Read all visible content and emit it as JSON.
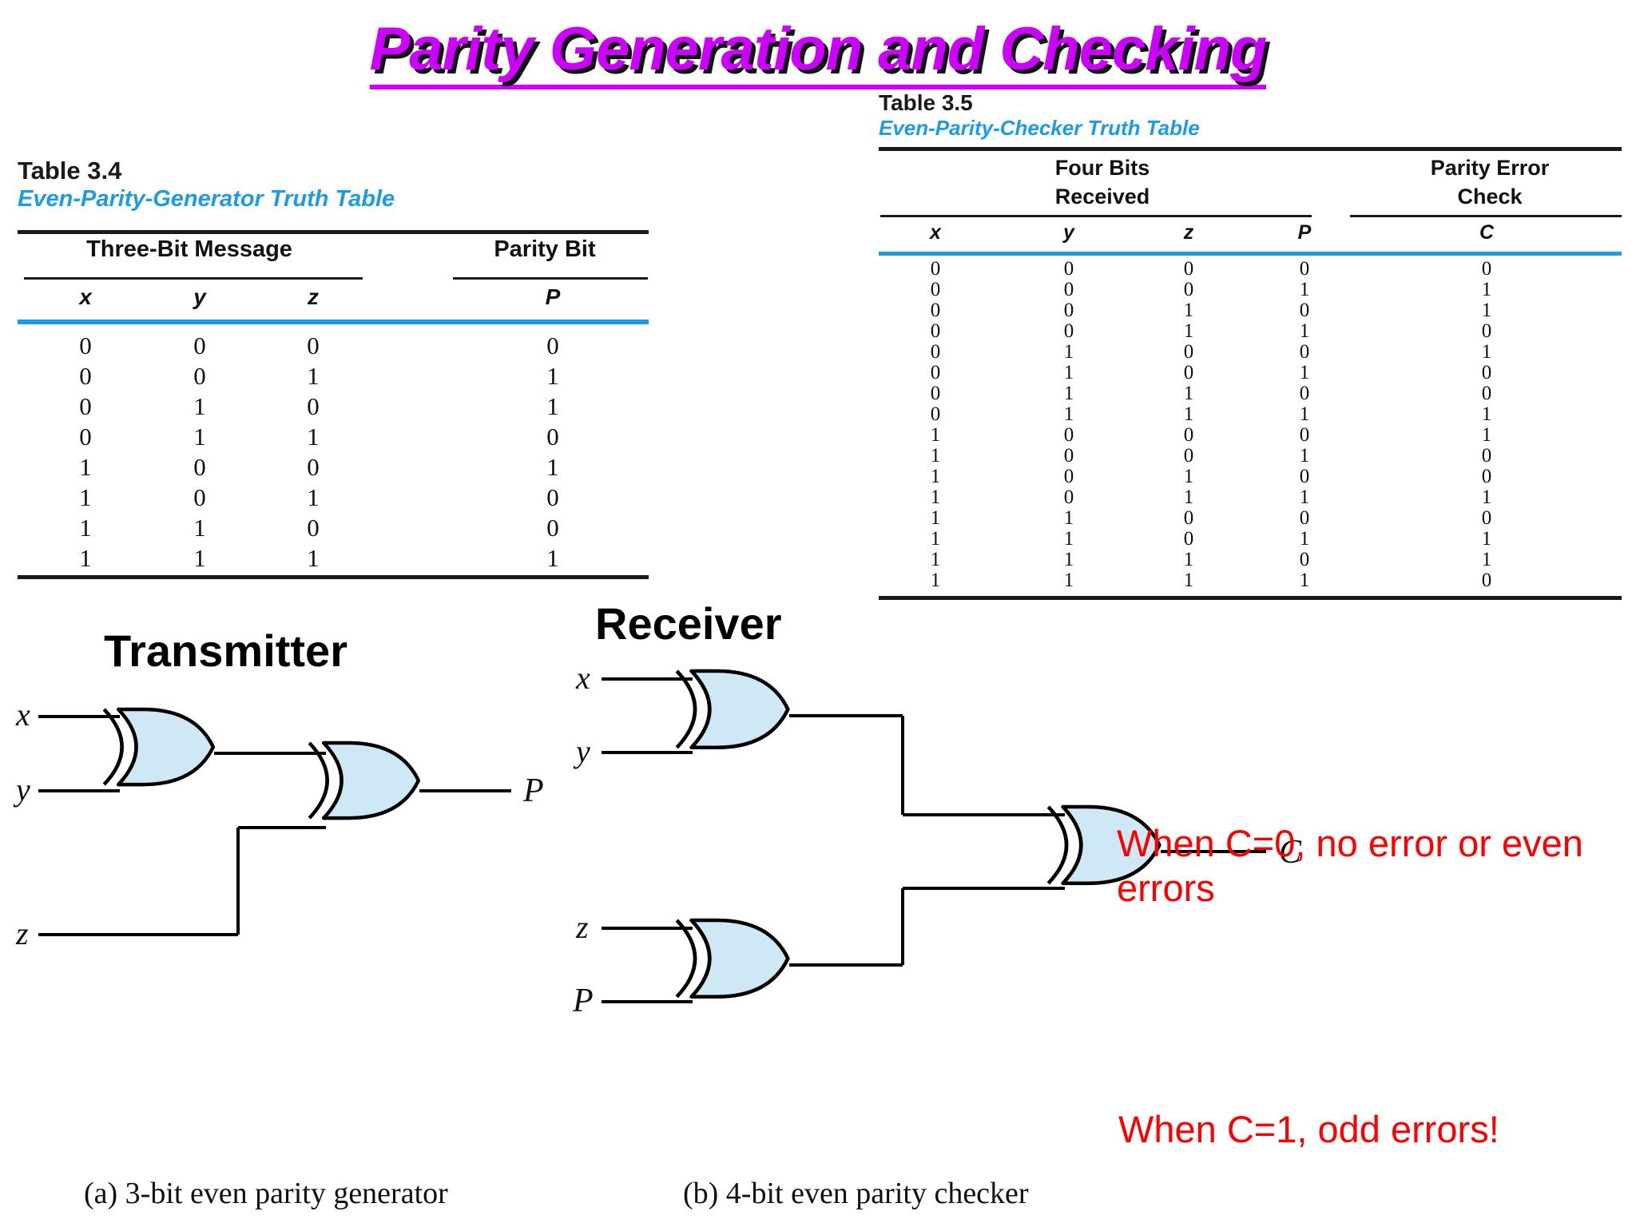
{
  "title": "Parity Generation and Checking",
  "theme": {
    "title_color": "#CC00FF",
    "accent_blue": "#1B9CE5",
    "gate_fill": "#CFE8F5",
    "note_color": "#FF0000"
  },
  "table_3_4": {
    "number": "Table 3.4",
    "caption": "Even-Parity-Generator Truth Table",
    "group_headers": [
      "Three-Bit Message",
      "Parity Bit"
    ],
    "columns": [
      "x",
      "y",
      "z",
      "P"
    ],
    "rows": [
      [
        "0",
        "0",
        "0",
        "0"
      ],
      [
        "0",
        "0",
        "1",
        "1"
      ],
      [
        "0",
        "1",
        "0",
        "1"
      ],
      [
        "0",
        "1",
        "1",
        "0"
      ],
      [
        "1",
        "0",
        "0",
        "1"
      ],
      [
        "1",
        "0",
        "1",
        "0"
      ],
      [
        "1",
        "1",
        "0",
        "0"
      ],
      [
        "1",
        "1",
        "1",
        "1"
      ]
    ]
  },
  "table_3_5": {
    "number": "Table 3.5",
    "caption": "Even-Parity-Checker Truth Table",
    "group_headers": [
      "Four Bits Received",
      "Parity Error Check"
    ],
    "group_header_lines": [
      [
        "Four Bits",
        "Received"
      ],
      [
        "Parity Error",
        "Check"
      ]
    ],
    "columns": [
      "x",
      "y",
      "z",
      "P",
      "C"
    ],
    "rows": [
      [
        "0",
        "0",
        "0",
        "0",
        "0"
      ],
      [
        "0",
        "0",
        "0",
        "1",
        "1"
      ],
      [
        "0",
        "0",
        "1",
        "0",
        "1"
      ],
      [
        "0",
        "0",
        "1",
        "1",
        "0"
      ],
      [
        "0",
        "1",
        "0",
        "0",
        "1"
      ],
      [
        "0",
        "1",
        "0",
        "1",
        "0"
      ],
      [
        "0",
        "1",
        "1",
        "0",
        "0"
      ],
      [
        "0",
        "1",
        "1",
        "1",
        "1"
      ],
      [
        "1",
        "0",
        "0",
        "0",
        "1"
      ],
      [
        "1",
        "0",
        "0",
        "1",
        "0"
      ],
      [
        "1",
        "0",
        "1",
        "0",
        "0"
      ],
      [
        "1",
        "0",
        "1",
        "1",
        "1"
      ],
      [
        "1",
        "1",
        "0",
        "0",
        "0"
      ],
      [
        "1",
        "1",
        "0",
        "1",
        "1"
      ],
      [
        "1",
        "1",
        "1",
        "0",
        "1"
      ],
      [
        "1",
        "1",
        "1",
        "1",
        "0"
      ]
    ]
  },
  "circuits": {
    "transmitter_label": "Transmitter",
    "receiver_label": "Receiver",
    "caption_a": "(a) 3-bit even parity generator",
    "caption_b": "(b) 4-bit even parity checker",
    "transmitter_inputs": [
      "x",
      "y",
      "z"
    ],
    "transmitter_output": "P",
    "receiver_inputs": [
      "x",
      "y",
      "z",
      "P"
    ],
    "receiver_output": "C"
  },
  "notes": {
    "c_zero": "When C=0, no error or even errors",
    "c_one": "When C=1, odd errors!"
  }
}
